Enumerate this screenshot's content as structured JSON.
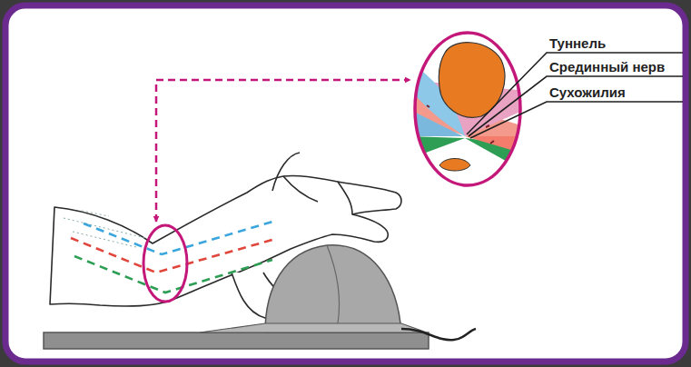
{
  "diagram": {
    "labels": [
      "Туннель",
      "Срединный нерв",
      "Сухожилия"
    ]
  }
}
